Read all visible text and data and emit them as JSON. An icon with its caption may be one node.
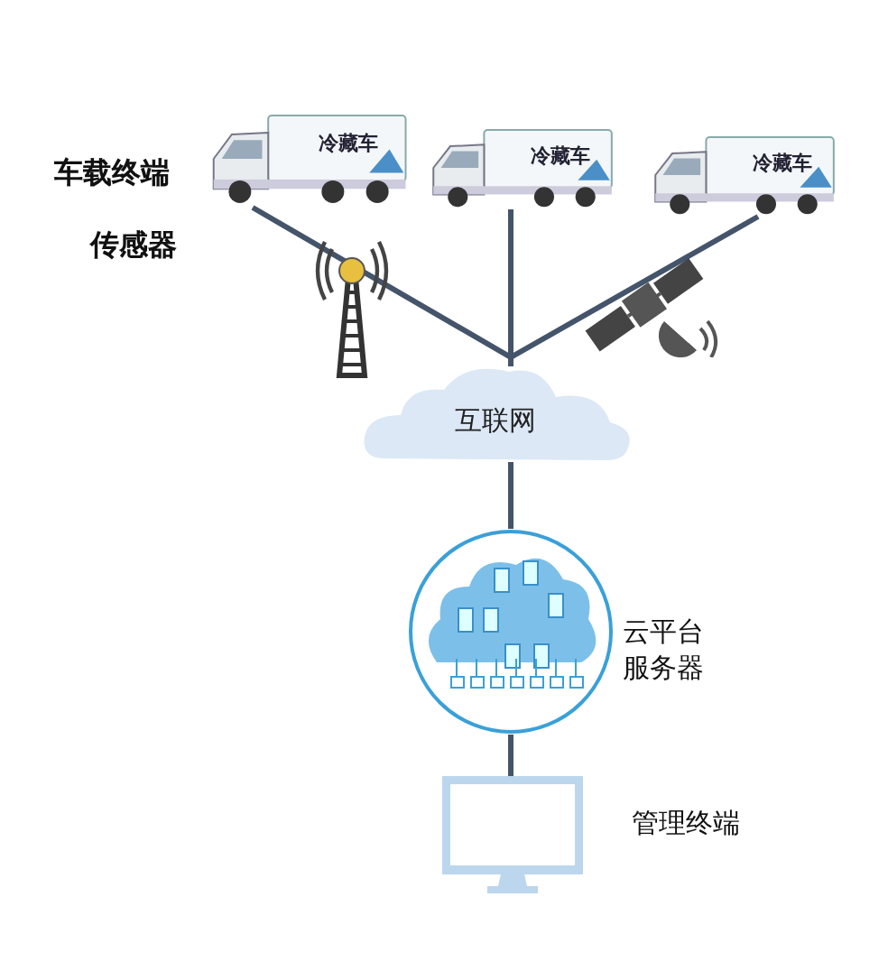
{
  "diagram": {
    "nodes": [
      {
        "text": [
          "冷藏车"
        ]
      },
      {
        "text": [
          "冷藏车"
        ]
      },
      {
        "text": [
          "冷藏车"
        ]
      },
      {
        "text": [
          "互联网"
        ]
      },
      {
        "text": [],
        "shape": "circle",
        "beside": [
          "云平台服务器"
        ]
      },
      {
        "text": [],
        "shape": "box",
        "beside": [
          "管理终端"
        ]
      }
    ],
    "edges": [
      {
        "from": 0,
        "to": 3,
        "arrow": "none"
      },
      {
        "from": 1,
        "to": 3,
        "arrow": "none"
      },
      {
        "from": 2,
        "to": 3,
        "arrow": "none"
      },
      {
        "from": 3,
        "to": 4,
        "arrow": "none"
      },
      {
        "from": 4,
        "to": 5,
        "arrow": "none"
      }
    ],
    "labels": [
      "车载终端",
      "传感器"
    ]
  }
}
